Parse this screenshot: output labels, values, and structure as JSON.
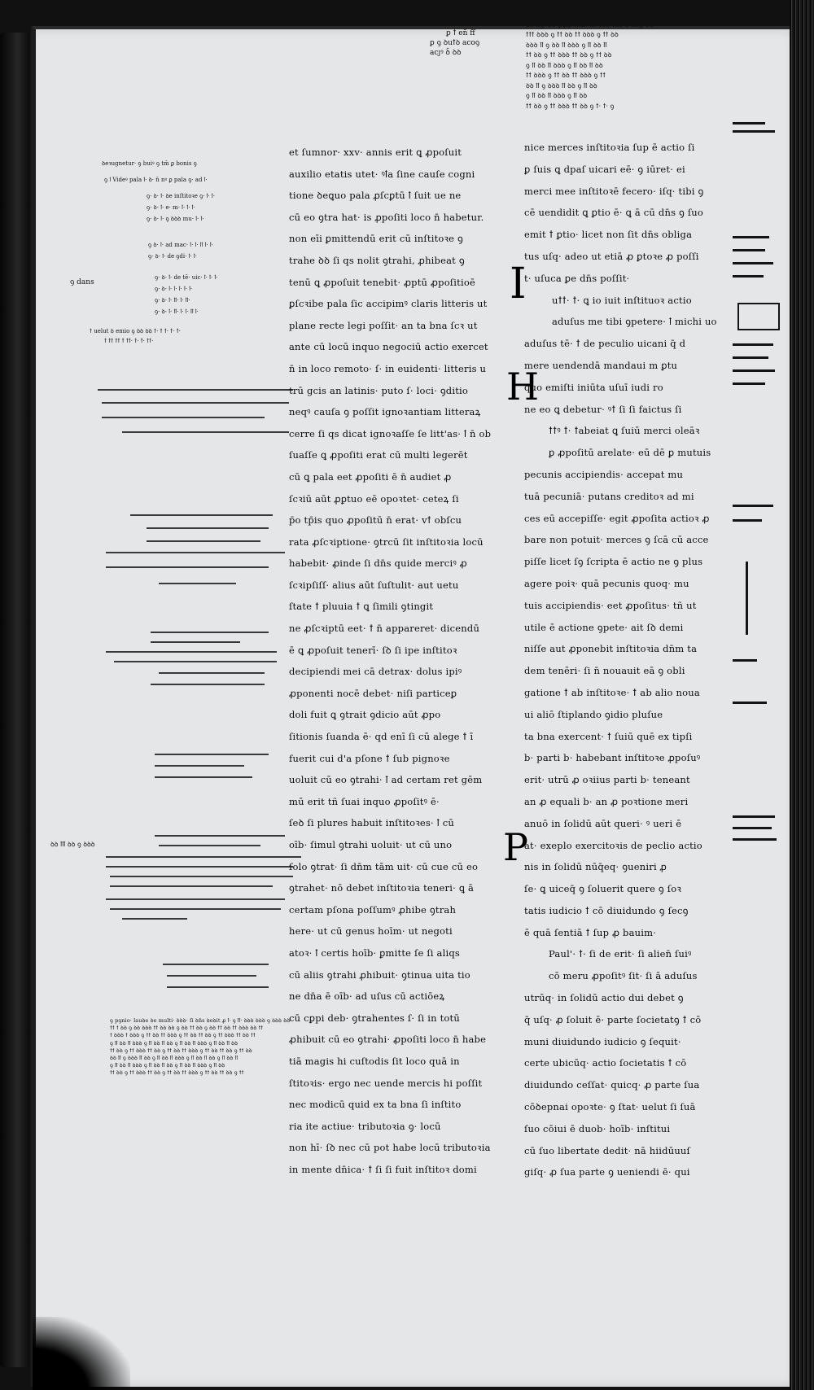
{
  "header": {
    "top_left_note": "ꝑ ꝉ en̄ ff",
    "top_note_line2": "ꝑ ꝯ ꝺuꝉꝺ acoꝯ",
    "top_note_line3": "acȷꝰ ꝺ̄ ꝺꝺ"
  },
  "main_text": {
    "left_column": [
      "et ſumnor· xxv· annis erit ꝗ ꝓpoſuit",
      "auxilio etatis utet· ꝰꝉa ſine cauſe cogni",
      "tione ꝺeꝗuo pala ꝓſcꝑtū ꝉ ſuit ue ne",
      "cū eo ꝯtra hat· is ꝓpoſiti loco n̄ habetur.",
      "non eīi ꝑmittendū erit cū inſtitoꝛe ꝯ",
      "trahe ꝺꝺ ſi qs nolit ꝯtrahi, ꝓhibeat ꝯ",
      "tenū ꝗ ꝓpoſuit tenebit· ꝓptū ꝓpoſitioē",
      "ꝑſcꝛibe pala ſic accipimꝰ claris litteris ut",
      "plane recte legi poſſit· an ta bna ſcꝛ ut",
      "ante cū locū inquo negociū actio exercet",
      "n̄ in loco remoto· ſ· in euidenti· litteris u",
      "trū gcis an latinis· puto ſ· loci· ꝯditio",
      "neqꝰ cauſa ꝯ poſſit ignoꝛantiam litteraꝝ",
      "cerre ſi qs dicat ignoꝛaſſe ſe litt'as· ꝉ n̄ ob",
      "ſuaſſe ꝗ ꝓpoſiti erat cū multi legerēt",
      "cū ꝗ pala eet ꝓpoſiti ē n̄ audiet ꝓ",
      "ſcꝛiū aūt ꝓꝑtuo eē opoꝛtet· ceteꝝ ſi",
      "p̄o tp̄is quo ꝓpoſitū n̄ erat· vꝉ obſcu",
      "rata ꝓſcꝛiptione· ꝯtrcū ſit inſtitoꝛia locū",
      "habebit· ꝓinde ſi dn̄s quide merciꝰ ꝓ",
      "ſcꝛipſiſſ· alius aūt ſuſtulit· aut uetu",
      "ſtate ꝉ pluuia ꝉ ꝗ ſimili ꝯtingit",
      "ne ꝓſcꝛiptū eet· ꝉ n̄ appareret· dicendū",
      "ē ꝗ ꝓpoſuit tenerī· ſꝺ ſi ipe inſtitoꝛ",
      "decipiendi mei cā detrax· dolus ipiꝰ",
      "ꝓponenti nocē debet· niſi particeꝑ",
      "doli fuit ꝗ ꝯtrait ꝯdicio aūt ꝓpo",
      "ſitionis ſuanda ē· qd enī ſi cū alege ꝉ ī",
      "fuerit cui d'a pſone ꝉ ſub pignoꝛe",
      "uoluit cū eo ꝯtrahi· ꝉ ad certam ret gēm",
      "mū erit tñ ſuai inquo ꝓpoſitꝰ ē·",
      "ſeꝺ ſi plures habuit inſtitoꝛes· ꝉ cū",
      "oīb· ſimul ꝯtrahi uoluit· ut cū uno",
      "ſolo ꝯtrat· ſi dn̄m tām uit· cū cue cū eo",
      "ꝯtrahet· nō debet inſtitoꝛia teneri· ꝗ ā",
      "certam pſona poſſumꝰ ꝓhibe ꝯtrah",
      "here· ut cū genus hoīm· ut negoti",
      "atoꝛ· ꝉ certis hoīb· ꝑmitte ſe ſi aliqs",
      "cū aliis ꝯtrahi ꝓhibuit· ꝯtinua uita tio",
      "ne dn̄a ē oīb· ad uſus cū actiōeꝝ",
      "cū cꝑpi deb· ꝯtrahentes ſ· ſi in totū",
      "ꝓhibuit cū eo ꝯtrahi· ꝓpoſiti loco n̄ habe",
      "tiā magis hi cuſtodis ſit loco quā in",
      "ſtitoꝛis· ergo nec uende mercis hi poſſit",
      "nec modicū quid ex ta bna ſi inſtito",
      "ria ite actiue· tributoꝛia ꝯ· locū",
      "non hī· ſꝺ nec cū pot habe locū tributoꝛia",
      "in mente dn̄ica· ꝉ ſi ſi fuit inſtitoꝛ domi"
    ],
    "right_column": [
      "nice merces inſtitoꝛia ſup ē actio ſi",
      "ꝑ ſuis ꝗ dpaſ uicari eē· ꝯ iūret· ei",
      "merci mee inſtitoꝛē fecero· iſq· tibi ꝯ",
      "cē uendidit ꝗ ꝑtio ē· ꝗ ā cū dn̄s ꝯ ſuo",
      "emit ꝉ ꝑtio· licet non ſit dn̄s obliga",
      "tus uſq· adeo ut etiā ꝓ ꝑtoꝛe ꝓ poſſi",
      "t· uſuca ꝑe dn̄s poſſit·",
      "uꝉꝉ· ꝉ· ꝗ io iuit inſtituoꝛ actio",
      "aduſus me tibi ꝯpetere· ꝉ michi uo",
      "aduſus tē· ꝉ de peculio uicani q̄ d",
      "mere uendendā mandaui m ꝑtu",
      "quo emiſti iniūta uſuī iudi ro",
      "ne eo ꝗ debetur· ꝰꝉ ſi ſi faictus ſi",
      "ꝉꝉꝰ ꝉ· ꝉabeiat ꝗ ſuiū merci oleāꝛ",
      "ꝑ ꝓpoſitū arelate· eū dē ꝑ mutuis",
      "pecunis accipiendis· accepat mu",
      "tuā pecuniā· putans creditoꝛ ad mi",
      "ces eū accepiſſe· egit ꝓpoſita actioꝛ ꝓ",
      "bare non potuit· merces ꝯ ſcā cū acce",
      "piſſe licet ſꝯ ſcripta ē actio ne ꝯ plus",
      "agere poiꝛ· quā pecunis quoq· mu",
      "tuis accipiendis· eet ꝓpoſitus· tñ ut",
      "utile ē actione ꝯpete· ait ſꝺ demi",
      "niſſe aut ꝓponebit inſtitoꝛia dn̄m ta",
      "dem tenēri· ſi n̄ nouauit eā ꝯ obli",
      "gatione ꝉ ab inſtitoꝛe· ꝉ ab alio noua",
      "ui aliō ſtiplando ꝯidio pluſue",
      "ta bna exercent· ꝉ ſuiū quē ex tipſi",
      "b· parti b· habebant inſtitoꝛe ꝓpoſuꝰ",
      "erit· utrū ꝓ oꝛiius parti b· teneant",
      "an ꝓ equali b· an ꝓ poꝛtione meri",
      "anuō in ſolidū aūt queri· ꝰ ueri ē",
      "at· exeplo exercitoꝛis de peclio actio",
      "nis in ſolidū nūq̄eq· ꝯueniri ꝓ",
      "ſe· ꝗ uiceq̄ ꝯ ſoluerit quere ꝯ ſoꝛ",
      "tatis iudicio ꝉ cō diuidundo ꝯ ſecꝯ",
      "ē quā ſentiā ꝉ ſup ꝓ bauim·",
      "Paul'· ꝉ· ſi de erit· ſi alien̄ ſuiꝰ",
      "cō meru ꝓpoſitꝰ ſit· ſi ā aduſus",
      "utrūq· in ſolidū actio dui debet ꝯ",
      "q̄ uſq· ꝓ ſoluit ē· parte ſocietatꝯ ꝉ cō",
      "muni diuidundo iudicio ꝯ ſequit·",
      "certe ubicūq· actio ſocietatis ꝉ cō",
      "diuidundo ceſſat· quicq· ꝓ parte ſua",
      "cōꝺepnai opoꝛte· ꝯ ſtat· uelut ſi ſuā",
      "ſuo cōiui ē duob· hoīb· inſtitui",
      "cū ſuo libertate dedit· nā hiidūuuſ",
      "giſq· ꝓ ſua parte ꝯ ueniendi ē· qui"
    ]
  },
  "left_glosses": [
    "ꝺeꝛugnetur· ꝯ buiꝰ ꝯ tm̄ ꝑ bonis ꝯ",
    "ꝯ ꝉ Videꝰ pala ꝉ· ꝺ· n̄ nꝰ ꝑ pala ꝯ· ad ꝉ·",
    "ꝯ· ꝺ· ꝉ· ꝺe inſtitoꝛe ꝯ· ꝉ· ꝉ·",
    "ꝯ· ꝺ· ꝉ· e· m· ꝉ· ꝉ· ꝉ·",
    "ꝯ· ꝺ· ꝉ· ꝯ ꝺꝺꝺ mu· ꝉ· ꝉ·",
    "ꝯ ꝺ· ꝉ· ad mac· ꝉ· ꝉ· ꝉꝉ ꝉ· ꝉ·",
    "ꝯ· ꝺ· ꝉ· de ꝯdi· ꝉ· ꝉ·",
    "ꝯ· ꝺ· ꝉ· de tē· uic· ꝉ· ꝉ· ꝉ·",
    "ꝯ· ꝺ· ꝉ· ꝉ· ꝉ· ꝉ· ꝉ·",
    "ꝯ· ꝺ· ꝉ· ꝉꝉ· ꝉ· ꝉꝉ·",
    "ꝯ· ꝺ· ꝉ· ꝉꝉ· ꝉ· ꝉ· ꝉꝉ ꝉ·",
    "ꝉ uelut ꝺ emio ꝯ ꝺꝺ ꝺꝺ ꝉ· ꝉ ꝉ· ꝉ· ꝉ·",
    "ꝉ ꝉꝉ ꝉꝉ ꝉ ꝉꝉ· ꝉ· ꝉ· ꝉꝉ·"
  ],
  "bottom_gloss": [
    "ꝯ pꝯnio· lauꝺe ꝺe multi· ꝺꝺꝺ· ſi ꝺn̄s ꝺeꝺit ꝓ ꝉ· ꝯ ꝉꝉ· ꝺꝺꝺ ꝺꝺꝺ ꝯ ꝺꝺꝺ ꝺꝺ·",
    "ꝉꝉ ꝉ ꝺꝺ ꝯ ꝺꝺ ꝺꝺꝺ ꝉꝉ ꝺꝺ ꝺꝺ ꝯ ꝺꝺ ꝉꝉ ꝺꝺ ꝯ ꝺꝺ ꝉꝉ ꝺꝺ ꝉꝉ ꝺꝺꝺ ꝺꝺ ꝉꝉ",
    "ꝉ ꝺꝺꝺ ꝉ ꝺꝺꝺ ꝯ ꝉꝉ ꝺꝺ ꝉꝉ ꝺꝺꝺ ꝯ ꝉꝉ ꝺꝺ ꝉꝉ ꝺꝺ ꝯ ꝉꝉ ꝺꝺꝺ ꝉꝉ ꝺꝺ ꝉꝉ",
    "ꝯ ꝉꝉ ꝺꝺ ꝉꝉ ꝺꝺꝺ ꝯ ꝉꝉ ꝺꝺ ꝉꝉ ꝺꝺ ꝯ ꝉꝉ ꝺꝺ ꝉꝉ ꝺꝺꝺ ꝯ ꝉꝉ ꝺꝺ ꝉꝉ ꝺꝺ",
    "ꝉꝉ ꝺꝺ ꝯ ꝉꝉ ꝺꝺꝺ ꝉꝉ ꝺꝺ ꝯ ꝉꝉ ꝺꝺ ꝉꝉ ꝺꝺꝺ ꝯ ꝉꝉ ꝺꝺ ꝉꝉ ꝺꝺ ꝯ ꝉꝉ ꝺꝺ",
    "ꝺꝺ ꝉꝉ ꝯ ꝺꝺꝺ ꝉꝉ ꝺꝺ ꝯ ꝉꝉ ꝺꝺ ꝉꝉ ꝺꝺꝺ ꝯ ꝉꝉ ꝺꝺ ꝉꝉ ꝺꝺ ꝯ ꝉꝉ ꝺꝺ ꝉꝉ",
    "ꝯ ꝉꝉ ꝺꝺ ꝉꝉ ꝺꝺꝺ ꝯ ꝉꝉ ꝺꝺ ꝉꝉ ꝺꝺ ꝯ ꝉꝉ ꝺꝺ ꝉꝉ ꝺꝺꝺ ꝯ ꝉꝉ ꝺꝺ",
    "ꝉꝉ ꝺꝺ ꝯ ꝉꝉ ꝺꝺꝺ ꝉꝉ ꝺꝺ ꝯ ꝉꝉ ꝺꝺ ꝉꝉ ꝺꝺꝺ ꝯ ꝉꝉ ꝺꝺ ꝉꝉ ꝺꝺ ꝯ ꝉꝉ"
  ],
  "top_right_gloss": [
    "ꝯ ꝉaꝰ ꝉ ſuo ꝓꝓꝉ no ꝉ ꝺꝺꝺ ꝯ ꝓhe",
    "ꝺe ꝉigꝉ ꝺꝺ ꝓꝓꝓ hibi in ꝺꝺꝺ ſaꝺ ꝺ alig ꝺꝺ",
    "ꝉꝉꝉ ꝺꝺꝺ ꝯ ꝉꝉ ꝺꝺ ꝉꝉ ꝺꝺꝺ ꝯ ꝉꝉ ꝺꝺ",
    "ꝺꝺꝺ ꝉꝉ ꝯ ꝺꝺ ꝉꝉ ꝺꝺꝺ ꝯ ꝉꝉ ꝺꝺ ꝉꝉ",
    "ꝉꝉ ꝺꝺ ꝯ ꝉꝉ ꝺꝺꝺ ꝉꝉ ꝺꝺ ꝯ ꝉꝉ ꝺꝺ",
    "ꝯ ꝉꝉ ꝺꝺ ꝉꝉ ꝺꝺꝺ ꝯ ꝉꝉ ꝺꝺ ꝉꝉ ꝺꝺ",
    "ꝉꝉ ꝺꝺꝺ ꝯ ꝉꝉ ꝺꝺ ꝉꝉ ꝺꝺꝺ ꝯ ꝉꝉ",
    "ꝺꝺ ꝉꝉ ꝯ ꝺꝺꝺ ꝉꝉ ꝺꝺ ꝯ ꝉꝉ ꝺꝺ",
    "ꝯ ꝉꝉ ꝺꝺ ꝉꝉ ꝺꝺꝺ ꝯ ꝉꝉ ꝺꝺ",
    "ꝉꝉ ꝺꝺ ꝯ ꝉꝉ ꝺꝺꝺ ꝉꝉ ꝺꝺ ꝯ ꝉ· ꝉ· ꝯ"
  ],
  "margin_left_word": "ꝯ dans",
  "margin_left_word2": "ꝺꝺ ꝉꝉꝉ ꝺꝺ ꝯ ꝺꝺꝺ",
  "initials": {
    "I_initial": "I",
    "H_initial": "H",
    "P_initial": "P"
  },
  "colors": {
    "page": "#e4e6e8",
    "ink": "#0b0b0b",
    "binding": "#111111"
  }
}
